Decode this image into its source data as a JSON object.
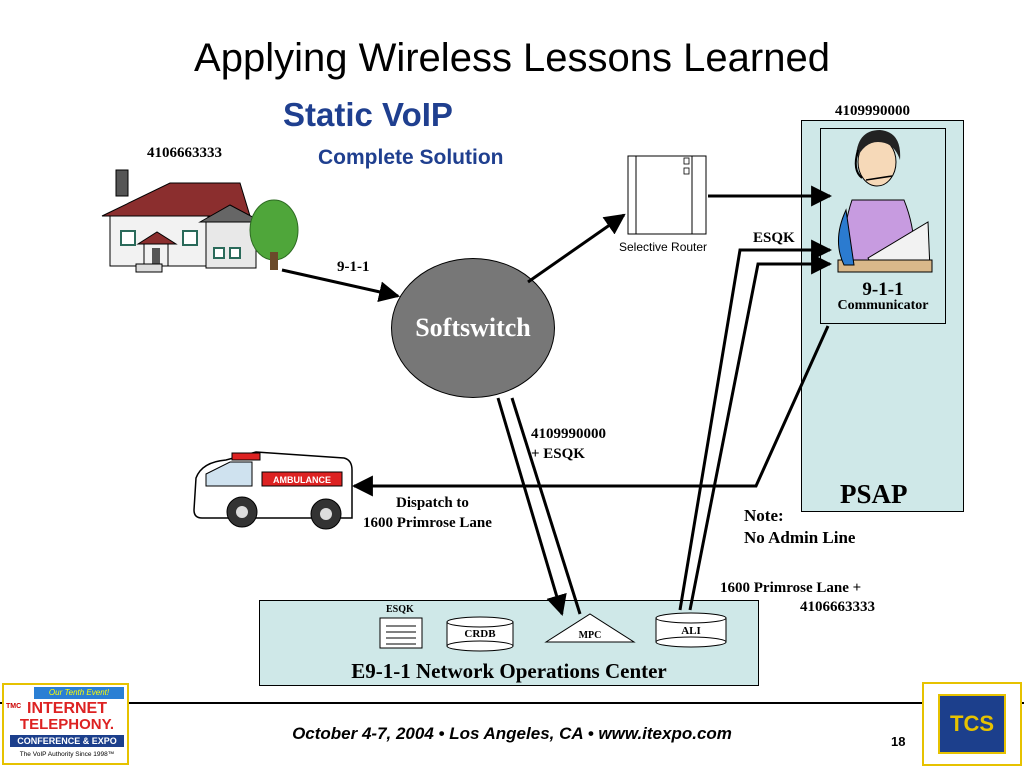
{
  "title": "Applying Wireless Lessons Learned",
  "subtitle": "Static VoIP",
  "subsubtitle": "Complete Solution",
  "home_number": "4106663333",
  "psap_number": "4109990000",
  "call_label": "9-1-1",
  "softswitch_label": "Softswitch",
  "selective_router_label": "Selective Router",
  "esqk_label": "ESQK",
  "communicator_title": "9-1-1",
  "communicator_subtitle": "Communicator",
  "psap_label": "PSAP",
  "query_label_line1": "4109990000",
  "query_label_line2": "+ ESQK",
  "dispatch_line1": "Dispatch to",
  "dispatch_line2": "1600 Primrose Lane",
  "note_line1": "Note:",
  "note_line2": "No Admin Line",
  "ali_response_line1": "1600 Primrose Lane +",
  "ali_response_line2": "4106663333",
  "noc": {
    "title": "E9-1-1 Network Operations Center",
    "esqk_label": "ESQK",
    "crdb_label": "CRDB",
    "mpc_label": "MPC",
    "ali_label": "ALI"
  },
  "ambulance_text": "AMBULANCE",
  "footer": "October 4-7, 2004 • Los Angeles, CA • www.itexpo.com",
  "page_number": "18",
  "logo_left": {
    "line1": "Our Tenth Event!",
    "line2": "INTERNET",
    "line3": "TELEPHONY.",
    "line4": "CONFERENCE & EXPO",
    "line5": "The VoIP Authority Since 1998™",
    "badge": "TMC"
  },
  "logo_right": "TCS",
  "colors": {
    "accent_blue": "#1f3f8f",
    "panel_teal": "#cfe8e8",
    "softswitch_gray": "#777777",
    "logo_border": "#e6c200"
  }
}
